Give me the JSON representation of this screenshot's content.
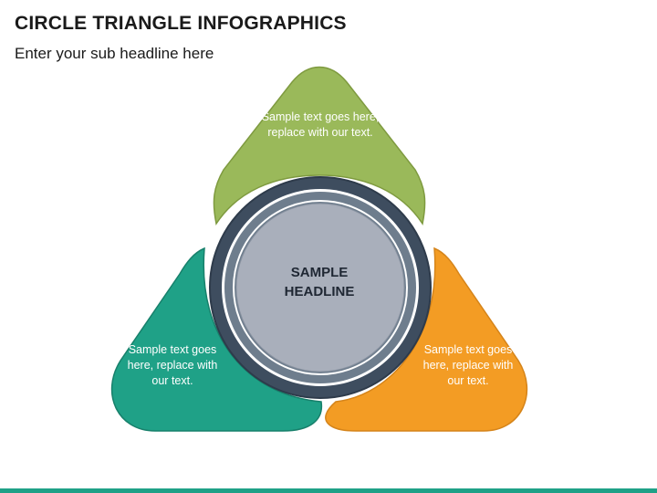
{
  "header": {
    "title": "CIRCLE TRIANGLE INFOGRAPHICS",
    "subtitle": "Enter your sub headline here"
  },
  "petals": [
    {
      "text": "Sample text goes here, replace with our text.",
      "color": "#9ab95a",
      "stroke": "#7e9a3f"
    },
    {
      "text": "Sample text goes here, replace with our text.",
      "color": "#1fa187",
      "stroke": "#17806b"
    },
    {
      "text": "Sample text goes here, replace with our text.",
      "color": "#f39c24",
      "stroke": "#d5841a"
    }
  ],
  "center": {
    "text_line1": "SAMPLE",
    "text_line2": "HEADLINE",
    "outer_ring_color": "#3e4d5f",
    "middle_ring_color": "#6e7d8d",
    "inner_color": "#a9afbb"
  },
  "accent": {
    "bottom_bar": "#1fa187"
  }
}
